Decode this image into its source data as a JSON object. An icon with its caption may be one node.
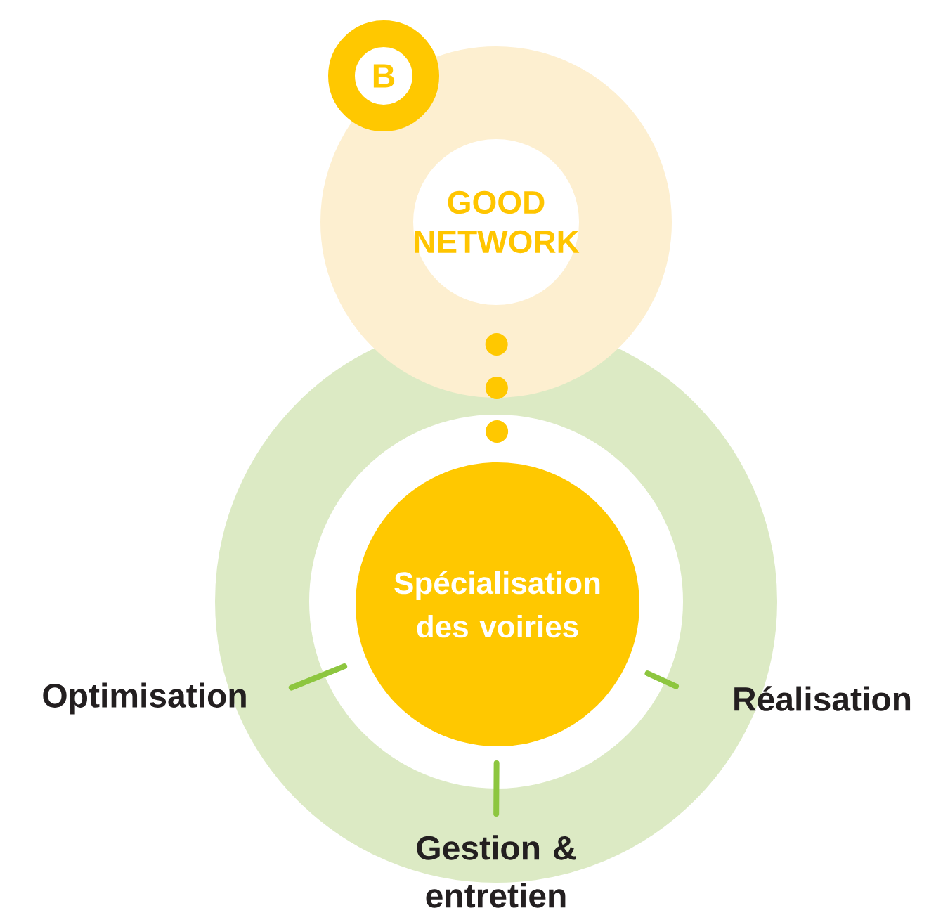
{
  "diagram": {
    "nodes": [
      {
        "text": [
          "B"
        ]
      },
      {
        "text": [
          "GOOD NETWORK"
        ]
      },
      {
        "text": [],
        "shape": "circle"
      },
      {
        "text": [
          "Spécialisation des voiries"
        ],
        "in": 2
      },
      {
        "text": [
          "Optimisation"
        ]
      },
      {
        "text": [
          "Réalisation"
        ]
      },
      {
        "text": [
          "Gestion & entretien"
        ]
      }
    ],
    "edges": [
      {
        "from": 1,
        "to": 3,
        "arrow": "none",
        "style": "dashed",
        "color": "#ffc800"
      },
      {
        "from": 4,
        "to": 3,
        "arrow": "none"
      },
      {
        "from": 5,
        "to": 3,
        "arrow": "none"
      },
      {
        "from": 6,
        "to": 3,
        "arrow": "none"
      }
    ]
  }
}
